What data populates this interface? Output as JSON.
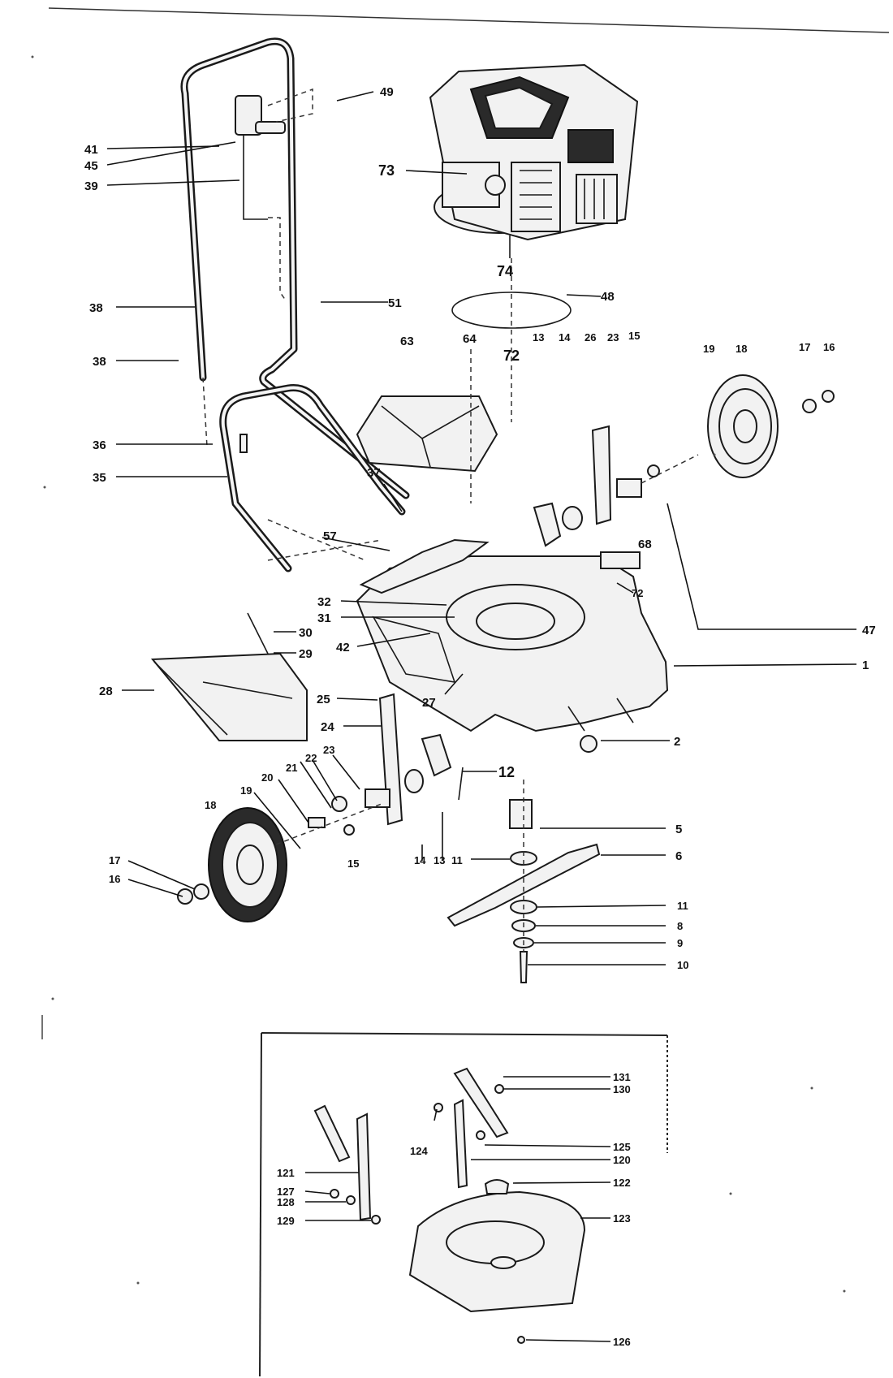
{
  "diagram": {
    "main_callouts": [
      {
        "id": "c49",
        "text": "49"
      },
      {
        "id": "c41",
        "text": "41"
      },
      {
        "id": "c45",
        "text": "45"
      },
      {
        "id": "c39",
        "text": "39"
      },
      {
        "id": "c73",
        "text": "73"
      },
      {
        "id": "c74",
        "text": "74"
      },
      {
        "id": "c48",
        "text": "48"
      },
      {
        "id": "c38a",
        "text": "38"
      },
      {
        "id": "c51",
        "text": "51"
      },
      {
        "id": "c64",
        "text": "64"
      },
      {
        "id": "c72a",
        "text": "72"
      },
      {
        "id": "c13a",
        "text": "13"
      },
      {
        "id": "c14a",
        "text": "14"
      },
      {
        "id": "c26",
        "text": "26"
      },
      {
        "id": "c23a",
        "text": "23"
      },
      {
        "id": "c15a",
        "text": "15"
      },
      {
        "id": "c19a",
        "text": "19"
      },
      {
        "id": "c18a",
        "text": "18"
      },
      {
        "id": "c17a",
        "text": "17"
      },
      {
        "id": "c16a",
        "text": "16"
      },
      {
        "id": "c63",
        "text": "63"
      },
      {
        "id": "c38b",
        "text": "38"
      },
      {
        "id": "c36",
        "text": "36"
      },
      {
        "id": "c35",
        "text": "35"
      },
      {
        "id": "c37",
        "text": "37"
      },
      {
        "id": "c68",
        "text": "68"
      },
      {
        "id": "c57",
        "text": "57"
      },
      {
        "id": "c72b",
        "text": "72"
      },
      {
        "id": "c32",
        "text": "32"
      },
      {
        "id": "c31",
        "text": "31"
      },
      {
        "id": "c30",
        "text": "30"
      },
      {
        "id": "c47",
        "text": "47"
      },
      {
        "id": "c42",
        "text": "42"
      },
      {
        "id": "c29",
        "text": "29"
      },
      {
        "id": "c1",
        "text": "1"
      },
      {
        "id": "c28",
        "text": "28"
      },
      {
        "id": "c25",
        "text": "25"
      },
      {
        "id": "c27",
        "text": "27"
      },
      {
        "id": "c24",
        "text": "24"
      },
      {
        "id": "c2",
        "text": "2"
      },
      {
        "id": "c12",
        "text": "12"
      },
      {
        "id": "c21",
        "text": "21"
      },
      {
        "id": "c22",
        "text": "22"
      },
      {
        "id": "c23b",
        "text": "23"
      },
      {
        "id": "c20",
        "text": "20"
      },
      {
        "id": "c19b",
        "text": "19"
      },
      {
        "id": "c18b",
        "text": "18"
      },
      {
        "id": "c5",
        "text": "5"
      },
      {
        "id": "c6",
        "text": "6"
      },
      {
        "id": "c14b",
        "text": "14"
      },
      {
        "id": "c13b",
        "text": "13"
      },
      {
        "id": "c11a",
        "text": "11"
      },
      {
        "id": "c15b",
        "text": "15"
      },
      {
        "id": "c17b",
        "text": "17"
      },
      {
        "id": "c16b",
        "text": "16"
      },
      {
        "id": "c11b",
        "text": "11"
      },
      {
        "id": "c8",
        "text": "8"
      },
      {
        "id": "c9",
        "text": "9"
      },
      {
        "id": "c10",
        "text": "10"
      }
    ],
    "inset_callouts": [
      {
        "id": "c131",
        "text": "131"
      },
      {
        "id": "c130",
        "text": "130"
      },
      {
        "id": "c124",
        "text": "124"
      },
      {
        "id": "c125",
        "text": "125"
      },
      {
        "id": "c120",
        "text": "120"
      },
      {
        "id": "c121",
        "text": "121"
      },
      {
        "id": "c122",
        "text": "122"
      },
      {
        "id": "c127",
        "text": "127"
      },
      {
        "id": "c128",
        "text": "128"
      },
      {
        "id": "c129",
        "text": "129"
      },
      {
        "id": "c123",
        "text": "123"
      },
      {
        "id": "c126",
        "text": "126"
      }
    ]
  }
}
